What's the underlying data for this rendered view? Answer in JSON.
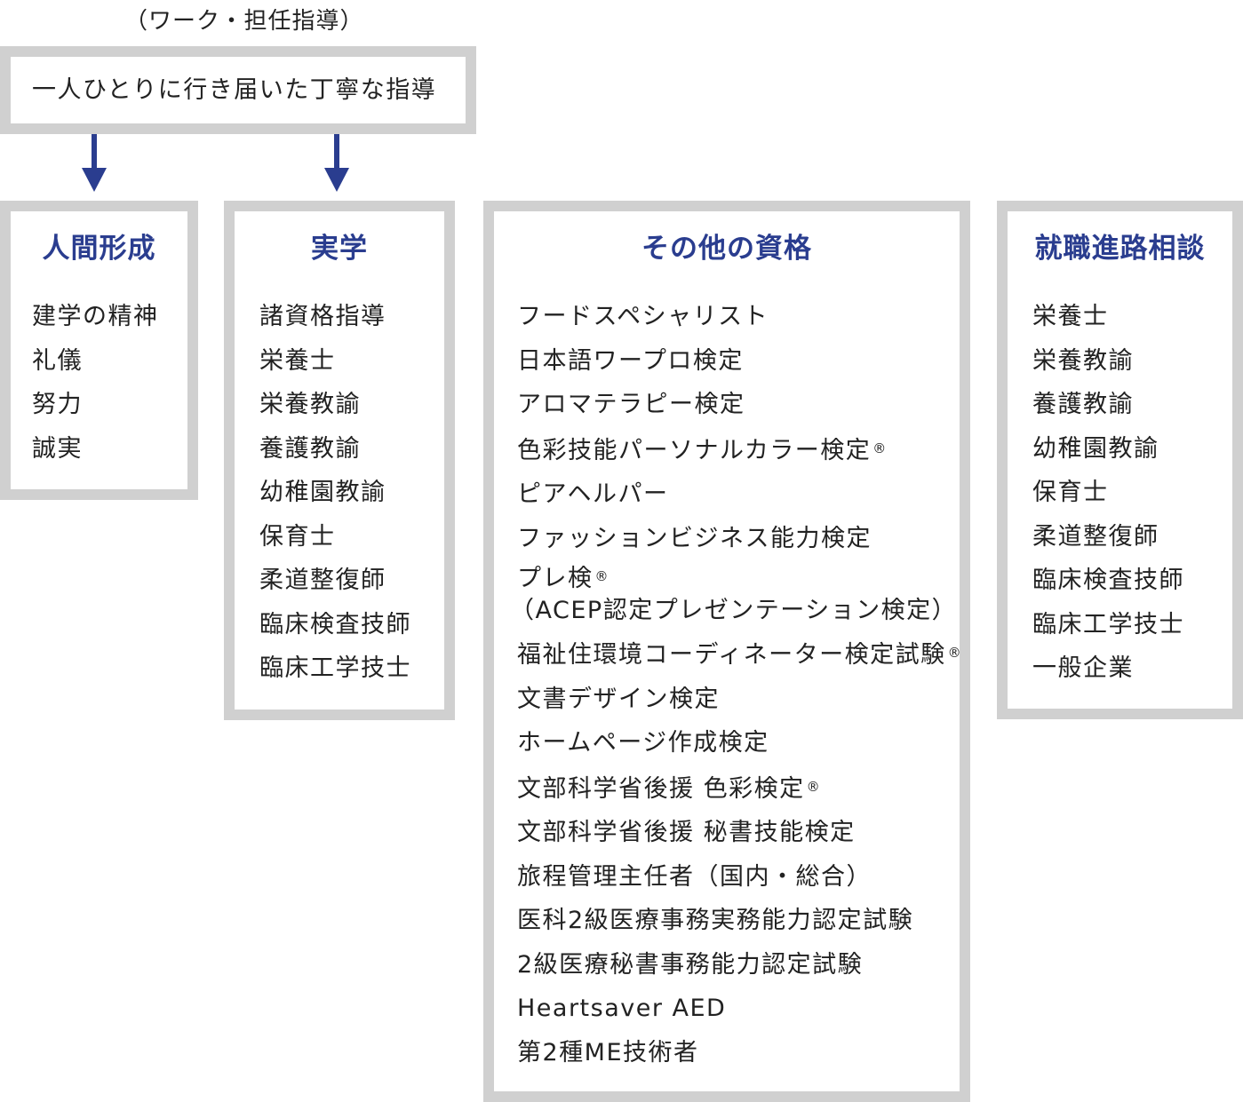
{
  "caption": "（ワーク・担任指導）",
  "top_box": {
    "text": "一人ひとりに行き届いた丁寧な指導"
  },
  "colors": {
    "heading": "#2a3d8f",
    "arrow": "#2a3d8f",
    "border": "#d0d0d0",
    "text": "#222222"
  },
  "boxes": [
    {
      "title": "人間形成",
      "items": [
        "建学の精神",
        "礼儀",
        "努力",
        "誠実"
      ]
    },
    {
      "title": "実学",
      "items": [
        "諸資格指導",
        "栄養士",
        "栄養教諭",
        "養護教諭",
        "幼稚園教諭",
        "保育士",
        "柔道整復師",
        "臨床検査技師",
        "臨床工学技士"
      ]
    },
    {
      "title": "その他の資格",
      "items": [
        "フードスペシャリスト",
        "日本語ワープロ検定",
        "アロマテラピー検定",
        "色彩技能パーソナルカラー検定",
        "ピアヘルパー",
        "ファッションビジネス能力検定",
        "プレ検",
        "（ACEP認定プレゼンテーション検定）",
        "福祉住環境コーディネーター検定試験",
        "文書デザイン検定",
        "ホームページ作成検定",
        "文部科学省後援 色彩検定",
        "文部科学省後援 秘書技能検定",
        "旅程管理主任者（国内・総合）",
        "医科2級医療事務実務能力認定試験",
        "2級医療秘書事務能力認定試験",
        "Heartsaver AED",
        "第2種ME技術者"
      ],
      "registered_mark": "®"
    },
    {
      "title": "就職進路相談",
      "items": [
        "栄養士",
        "栄養教諭",
        "養護教諭",
        "幼稚園教諭",
        "保育士",
        "柔道整復師",
        "臨床検査技師",
        "臨床工学技士",
        "一般企業"
      ]
    }
  ]
}
